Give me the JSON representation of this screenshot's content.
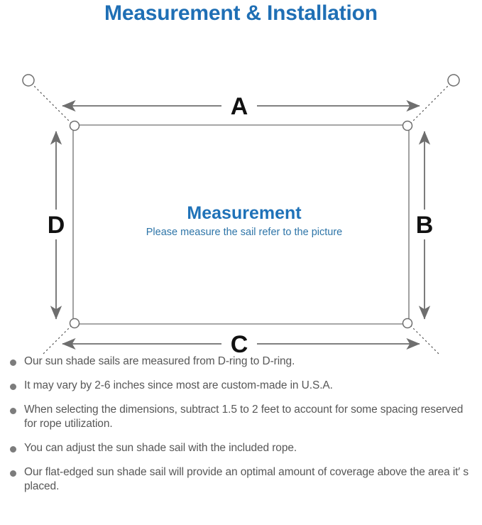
{
  "header": {
    "title": "Measurement & Installation",
    "title_color": "#1f6fb5"
  },
  "diagram": {
    "name": "sun-shade-sail-measurement-diagram",
    "center_title": "Measurement",
    "center_subtitle": "Please measure the sail refer to the picture",
    "center_title_color": "#1f72b8",
    "center_subtitle_color": "#2e75a8",
    "line_color": "#6e6e6e",
    "sail_edge_color": "#8a8a8a",
    "dimensions": {
      "top": "A",
      "right": "B",
      "bottom": "C",
      "left": "D"
    },
    "anchor_count": 4,
    "d_ring_count": 4
  },
  "notes": {
    "bullet_color": "#7c7c7c",
    "items": [
      "Our sun shade sails are measured from D-ring to D-ring.",
      "It may vary by 2-6 inches since most are custom-made in U.S.A.",
      "When selecting the dimensions, subtract 1.5 to 2 feet to account for some spacing reserved for rope utilization.",
      "You can adjust the sun shade sail with the included rope.",
      "Our flat-edged sun shade sail will provide an optimal amount of coverage above the area it′  s placed."
    ]
  }
}
